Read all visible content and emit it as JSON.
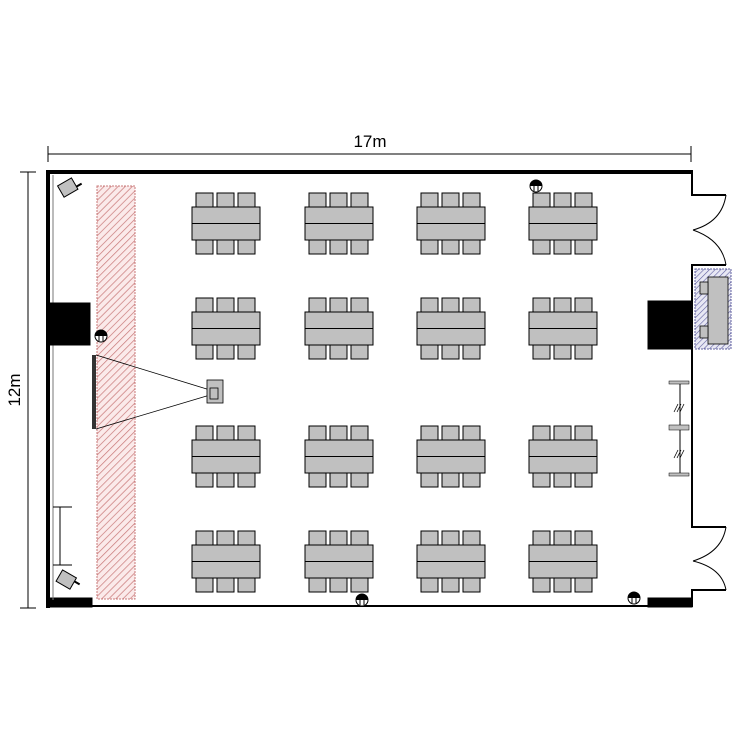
{
  "dimensions": {
    "width_label": "17m",
    "height_label": "12m"
  },
  "layout": {
    "table_rows": 4,
    "table_cols": 4,
    "chairs_per_side": 3
  },
  "colors": {
    "furniture": "#c0c0c0",
    "stage_hatch": "#c87878",
    "reception_hatch": "#6060a0",
    "wall": "#000000"
  }
}
